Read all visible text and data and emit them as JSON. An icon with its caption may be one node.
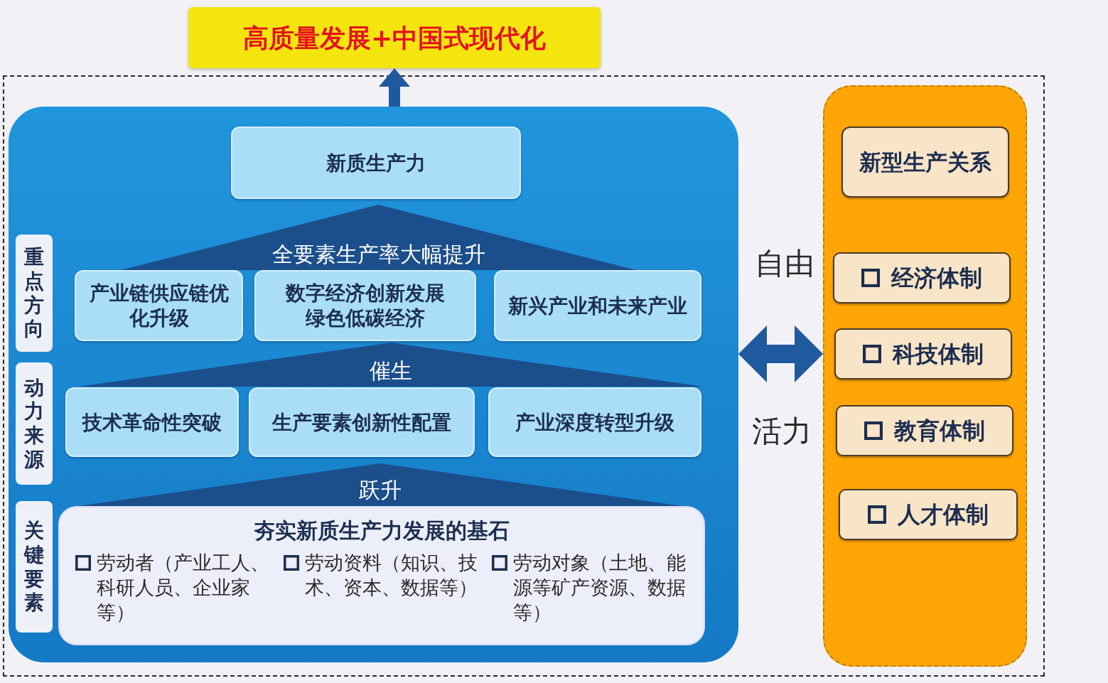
{
  "diagram": {
    "nodes": [
      {
        "text": [
          "高质量发展+中国式现代化"
        ]
      },
      {
        "text": [],
        "shape": "box"
      },
      {
        "text": [],
        "shape": "box",
        "in": 1
      },
      {
        "text": [
          "新质生产力"
        ],
        "in": 2
      },
      {
        "text": [
          "重点方向"
        ],
        "in": 2
      },
      {
        "text": [
          "全要素生产率大幅提升"
        ],
        "in": 2
      },
      {
        "text": [
          "产业链供应链优化升级"
        ],
        "in": 2
      },
      {
        "text": [
          "数字经济创新发展",
          "绿色低碳经济"
        ],
        "in": 2
      },
      {
        "text": [
          "新兴产业和未来产业"
        ],
        "in": 2
      },
      {
        "text": [
          "动力来源"
        ],
        "in": 2
      },
      {
        "text": [
          "催生"
        ],
        "in": 2
      },
      {
        "text": [
          "技术革命性突破"
        ],
        "in": 2
      },
      {
        "text": [
          "生产要素创新性配置"
        ],
        "in": 2
      },
      {
        "text": [
          "产业深度转型升级"
        ],
        "in": 2
      },
      {
        "text": [
          "关键要素"
        ],
        "in": 2
      },
      {
        "text": [
          "跃升"
        ],
        "in": 2
      },
      {
        "text": [
          "夯实新质生产力发展的基石",
          "劳动者（产业工人、科研人员、企业家等）",
          "劳动资料（知识、技术、资本、数据等）",
          "劳动对象（土地、能源等矿产资源、数据等）"
        ],
        "in": 2
      },
      {
        "text": [],
        "shape": "box",
        "in": 1
      },
      {
        "text": [
          "新型生产关系"
        ],
        "in": 17
      },
      {
        "text": [
          "经济体制"
        ],
        "in": 17
      },
      {
        "text": [
          "科技体制"
        ],
        "in": 17
      },
      {
        "text": [
          "教育体制"
        ],
        "in": 17
      },
      {
        "text": [
          "人才体制"
        ],
        "in": 17
      }
    ],
    "edges": [
      {
        "from": 2,
        "to": 0,
        "arrow": "to"
      },
      {
        "from": 2,
        "to": 17,
        "arrow": "both"
      }
    ],
    "labels": [
      "自由",
      "活力"
    ]
  }
}
